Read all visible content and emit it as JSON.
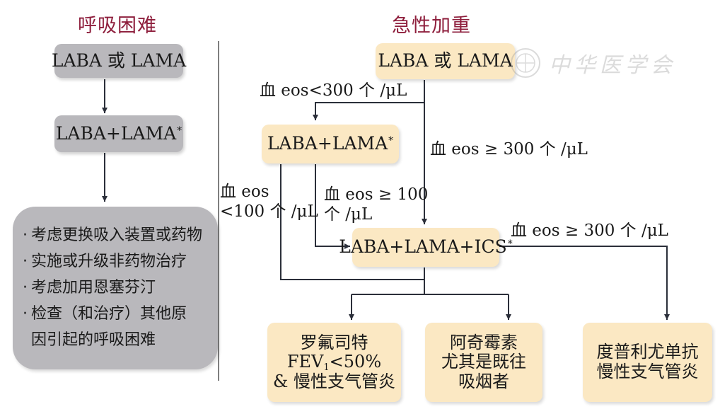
{
  "left_heading": "呼吸困难",
  "right_heading": "急性加重",
  "left": {
    "box1": "LABA 或 LAMA",
    "box2": "LABA+LAMA",
    "box2_mark": "*",
    "items": [
      "考虑更换吸入装置或药物",
      "实施或升级非药物治疗",
      "考虑加用恩塞芬汀",
      "检查（和治疗）其他原",
      "因引起的呼吸困难"
    ]
  },
  "right": {
    "start_box": "LABA 或 LAMA",
    "dual_box": "LABA+LAMA",
    "dual_mark": "*",
    "triple_box": "LABA+LAMA+ICS",
    "triple_mark": "*",
    "cond_low_300": "血 eos<300 个 /μL",
    "cond_high_300_a": "血 eos ≥ 300 个 /μL",
    "cond_low_100_l1": "血 eos",
    "cond_low_100_l2": "<100 个 /μL",
    "cond_high_100_l1": "血 eos ≥ 100",
    "cond_high_100_l2": "个 /μL",
    "cond_high_300_b": "血 eos ≥ 300 个 /μL",
    "outcome1_l1": "罗氟司特",
    "outcome1_l2a": "FEV",
    "outcome1_l2sub": "1",
    "outcome1_l2b": "<50%",
    "outcome1_l3": "& 慢性支气管炎",
    "outcome2_l1": "阿奇霉素",
    "outcome2_l2": "尤其是既往",
    "outcome2_l3": "吸烟者",
    "outcome3_l1": "度普利尤单抗",
    "outcome3_l2": "慢性支气管炎"
  },
  "watermark": "中华医学会"
}
